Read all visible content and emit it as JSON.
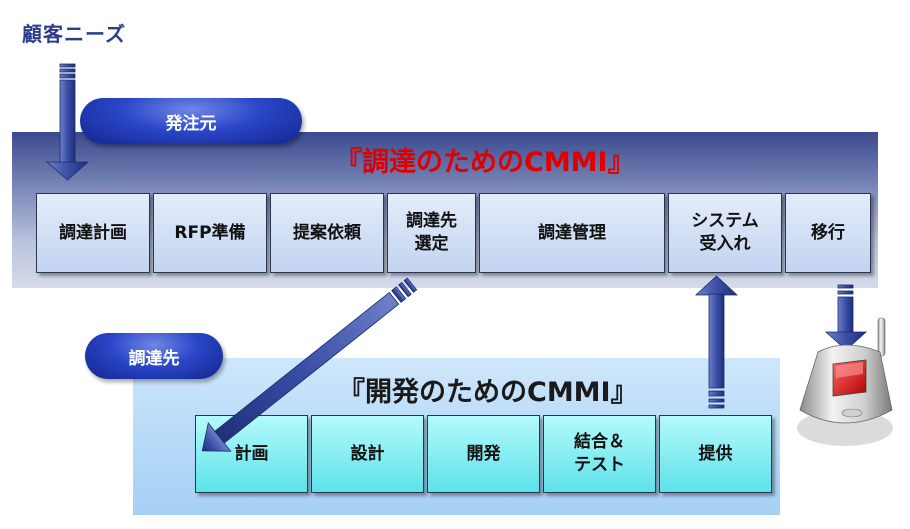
{
  "top_label": "顧客ニーズ",
  "acquirer_pill": "発注元",
  "supplier_pill": "調達先",
  "acquisition_title": "『調達のためのCMMI』",
  "development_title": "『開発のためのCMMI』",
  "acquisition_steps": [
    "調達計画",
    "RFP準備",
    "提案依頼",
    "調達先\n選定",
    "調達管理",
    "システム\n受入れ",
    "移行"
  ],
  "development_steps": [
    "計画",
    "設計",
    "開発",
    "結合＆\nテスト",
    "提供"
  ],
  "colors": {
    "title_red": "#e00000",
    "arrow_blue": "#2b3d8f",
    "pill_blue": "#2a46c8"
  }
}
